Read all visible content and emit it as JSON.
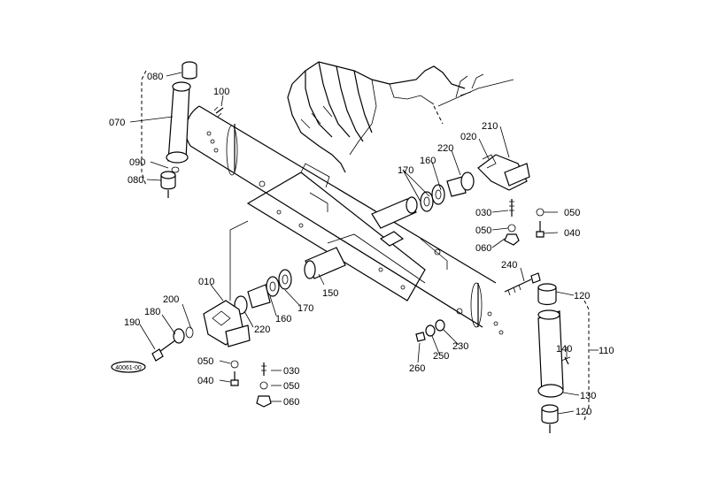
{
  "diagram_code": "40061-00",
  "part_labels": {
    "p010": "010",
    "p020": "020",
    "p030a": "030",
    "p030b": "030",
    "p040a": "040",
    "p040b": "040",
    "p050a": "050",
    "p050b": "050",
    "p050c": "050",
    "p050d": "050",
    "p060a": "060",
    "p060b": "060",
    "p070": "070",
    "p080a": "080",
    "p080b": "080",
    "p090": "090",
    "p100": "100",
    "p110": "110",
    "p120a": "120",
    "p120b": "120",
    "p130": "130",
    "p140": "140",
    "p150": "150",
    "p160a": "160",
    "p160b": "160",
    "p170a": "170",
    "p170b": "170",
    "p180": "180",
    "p190": "190",
    "p200": "200",
    "p210": "210",
    "p220a": "220",
    "p220b": "220",
    "p230": "230",
    "p240": "240",
    "p250": "250",
    "p260": "260"
  }
}
